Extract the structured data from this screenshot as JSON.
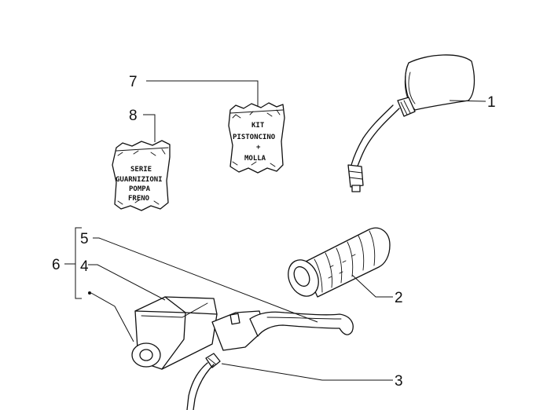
{
  "callouts": {
    "c1": "1",
    "c2": "2",
    "c3": "3",
    "c4": "4",
    "c5": "5",
    "c6": "6",
    "c7": "7",
    "c8": "8"
  },
  "bags": {
    "kit_pistoncino": [
      "KIT",
      "PISTONCINO",
      "+",
      "MOLLA"
    ],
    "serie_guarnizioni": [
      "SERIE",
      "GUARNIZIONI",
      "POMPA",
      "FRENO"
    ]
  }
}
